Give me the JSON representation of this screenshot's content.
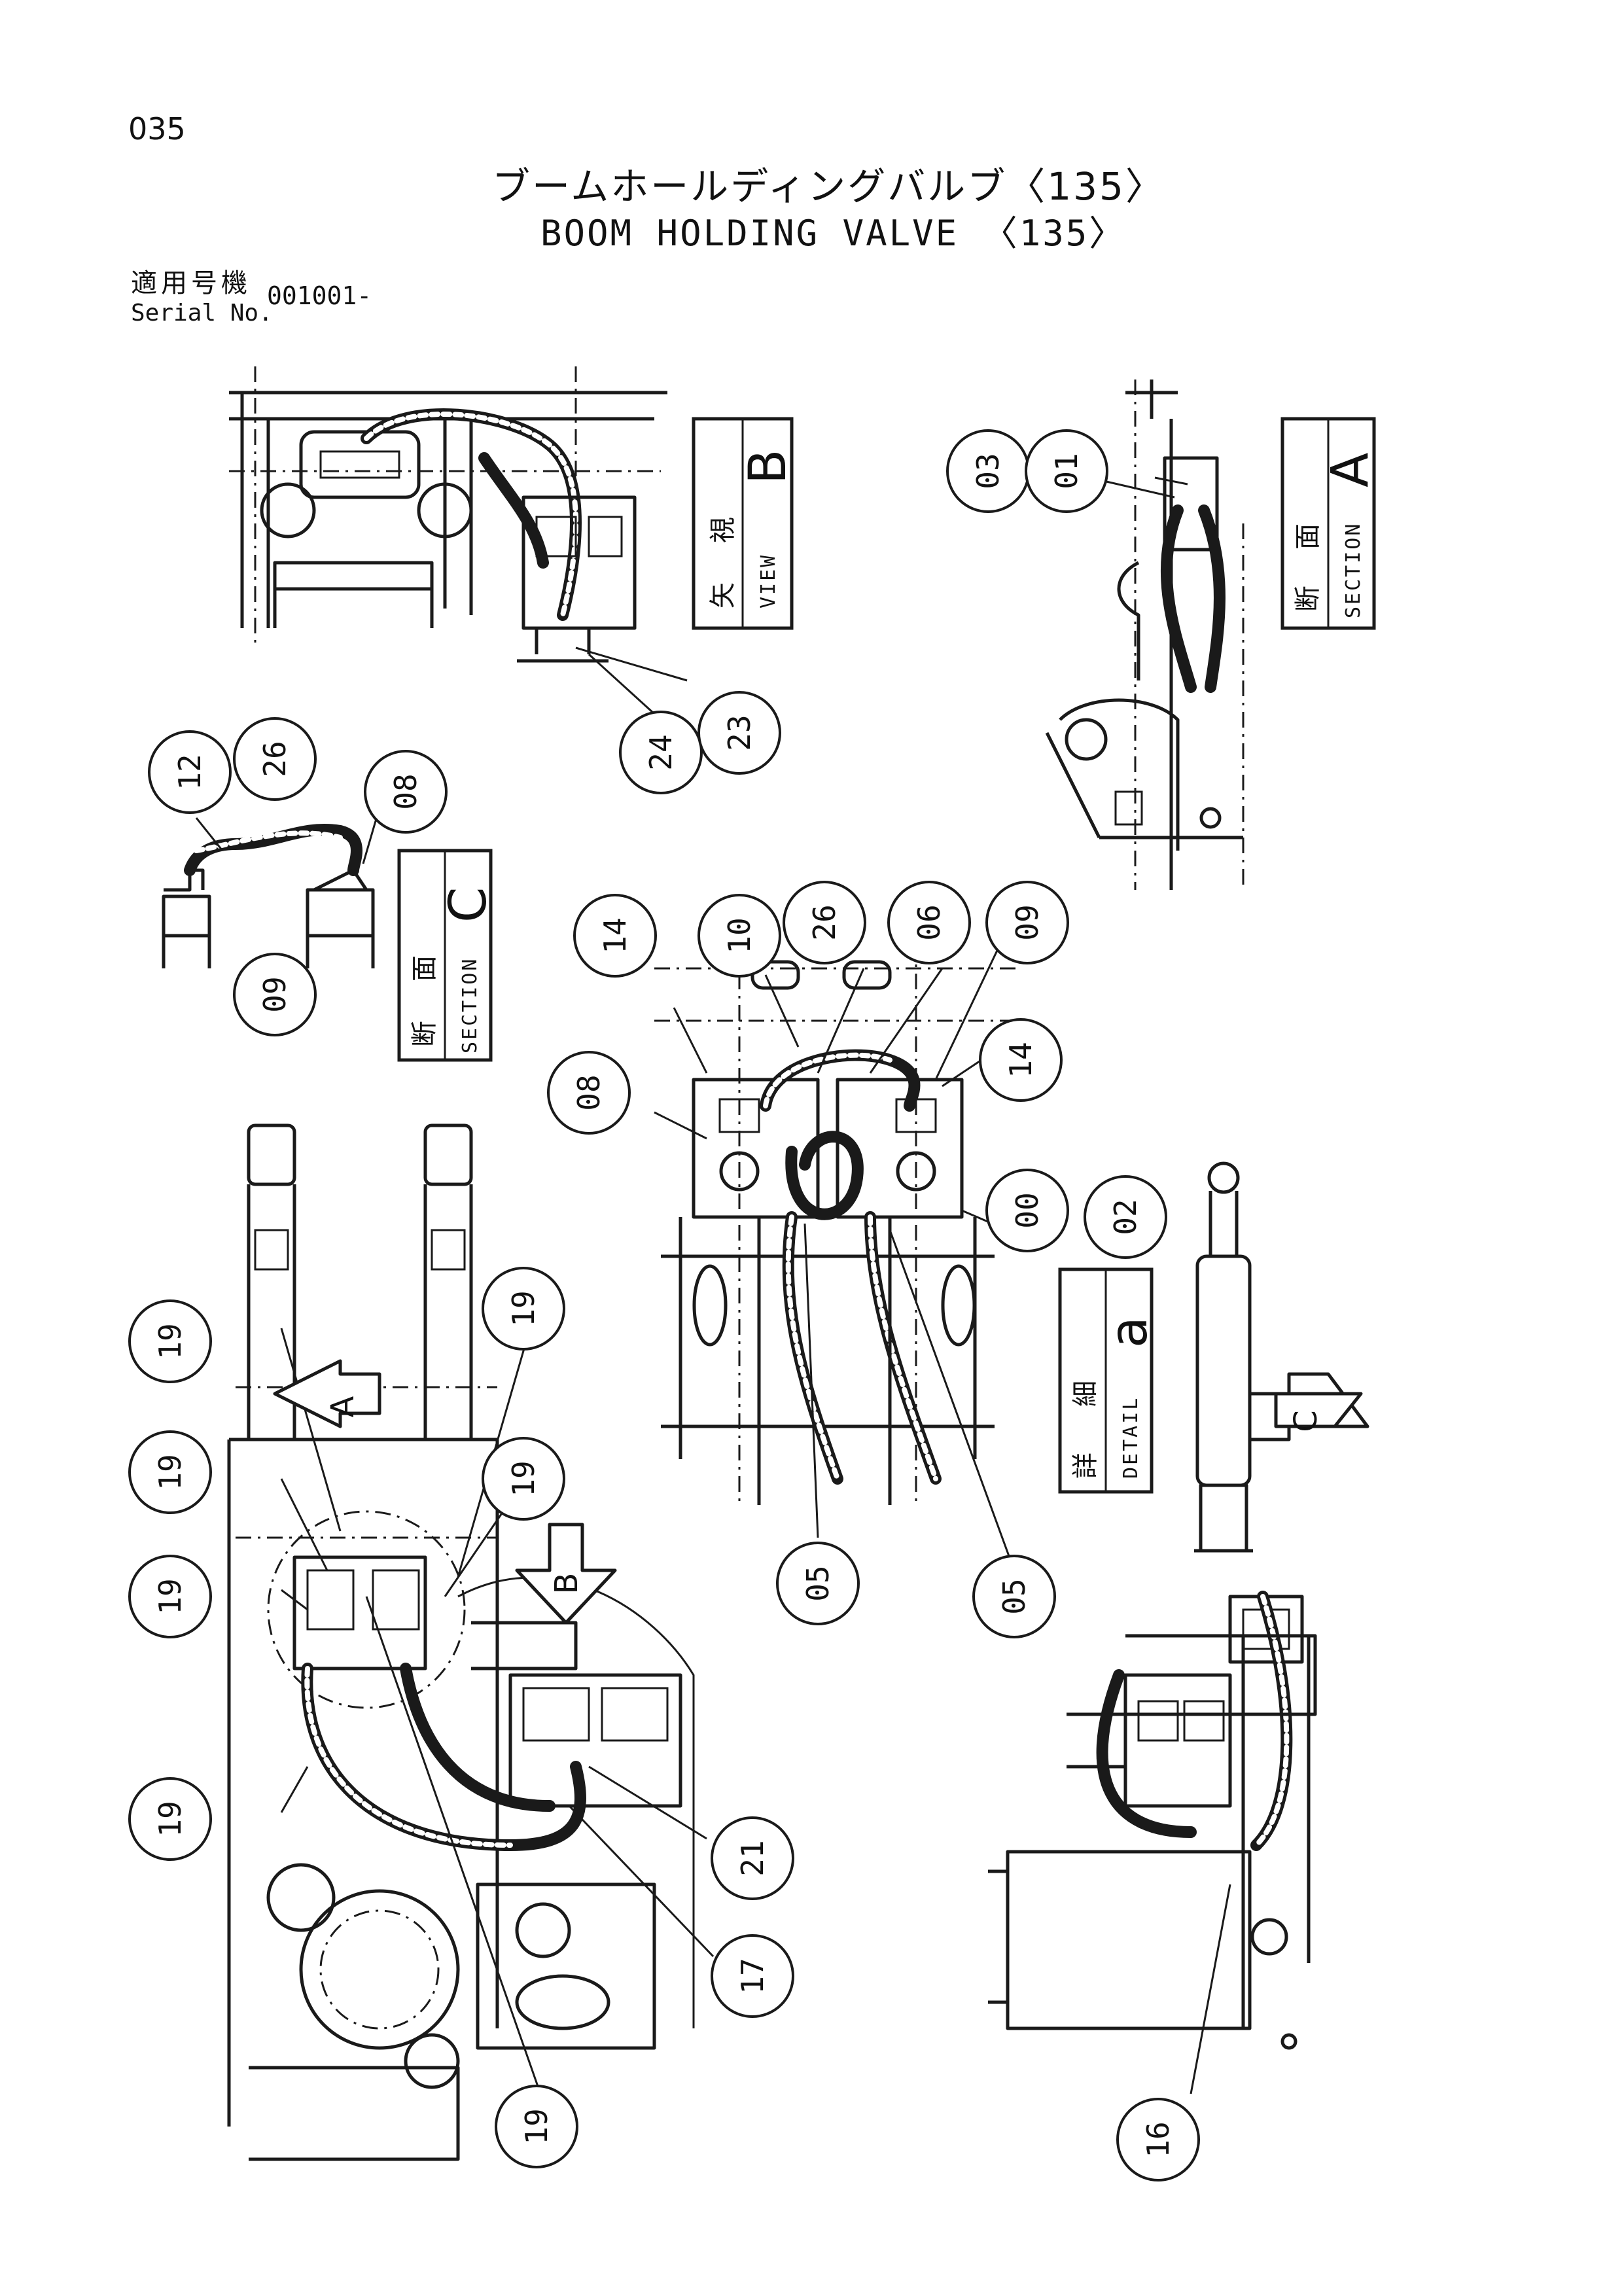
{
  "page_number": "035",
  "title_ja": "ブームホールディングバルブ〈135〉",
  "title_en": "BOOM HOLDING VALVE 〈135〉",
  "serial": {
    "label_ja": "適用号機",
    "label_en": "Serial No.",
    "value": "001001-"
  },
  "view_labels": {
    "view_b": {
      "kanji1": "矢",
      "kanji2": "視",
      "english": "VIEW",
      "letter": "B"
    },
    "section_a": {
      "kanji1": "断",
      "kanji2": "面",
      "english": "SECTION",
      "letter": "A"
    },
    "section_c": {
      "kanji1": "断",
      "kanji2": "面",
      "english": "SECTION",
      "letter": "C"
    },
    "detail_a": {
      "kanji1": "詳",
      "kanji2": "細",
      "english": "DETAIL",
      "letter": "a"
    }
  },
  "direction_arrows": {
    "a": "A",
    "b": "B",
    "c": "C"
  },
  "callouts": {
    "view_b": [
      "24",
      "23"
    ],
    "section_a": [
      "03",
      "01"
    ],
    "section_c": [
      "12",
      "26",
      "08",
      "09"
    ],
    "detail": [
      "14",
      "10",
      "26",
      "06",
      "09",
      "14",
      "08",
      "00",
      "02",
      "05",
      "05"
    ],
    "main_left": [
      "19",
      "19",
      "19",
      "19",
      "19",
      "19",
      "19",
      "21",
      "17"
    ],
    "main_right": [
      "16"
    ]
  }
}
